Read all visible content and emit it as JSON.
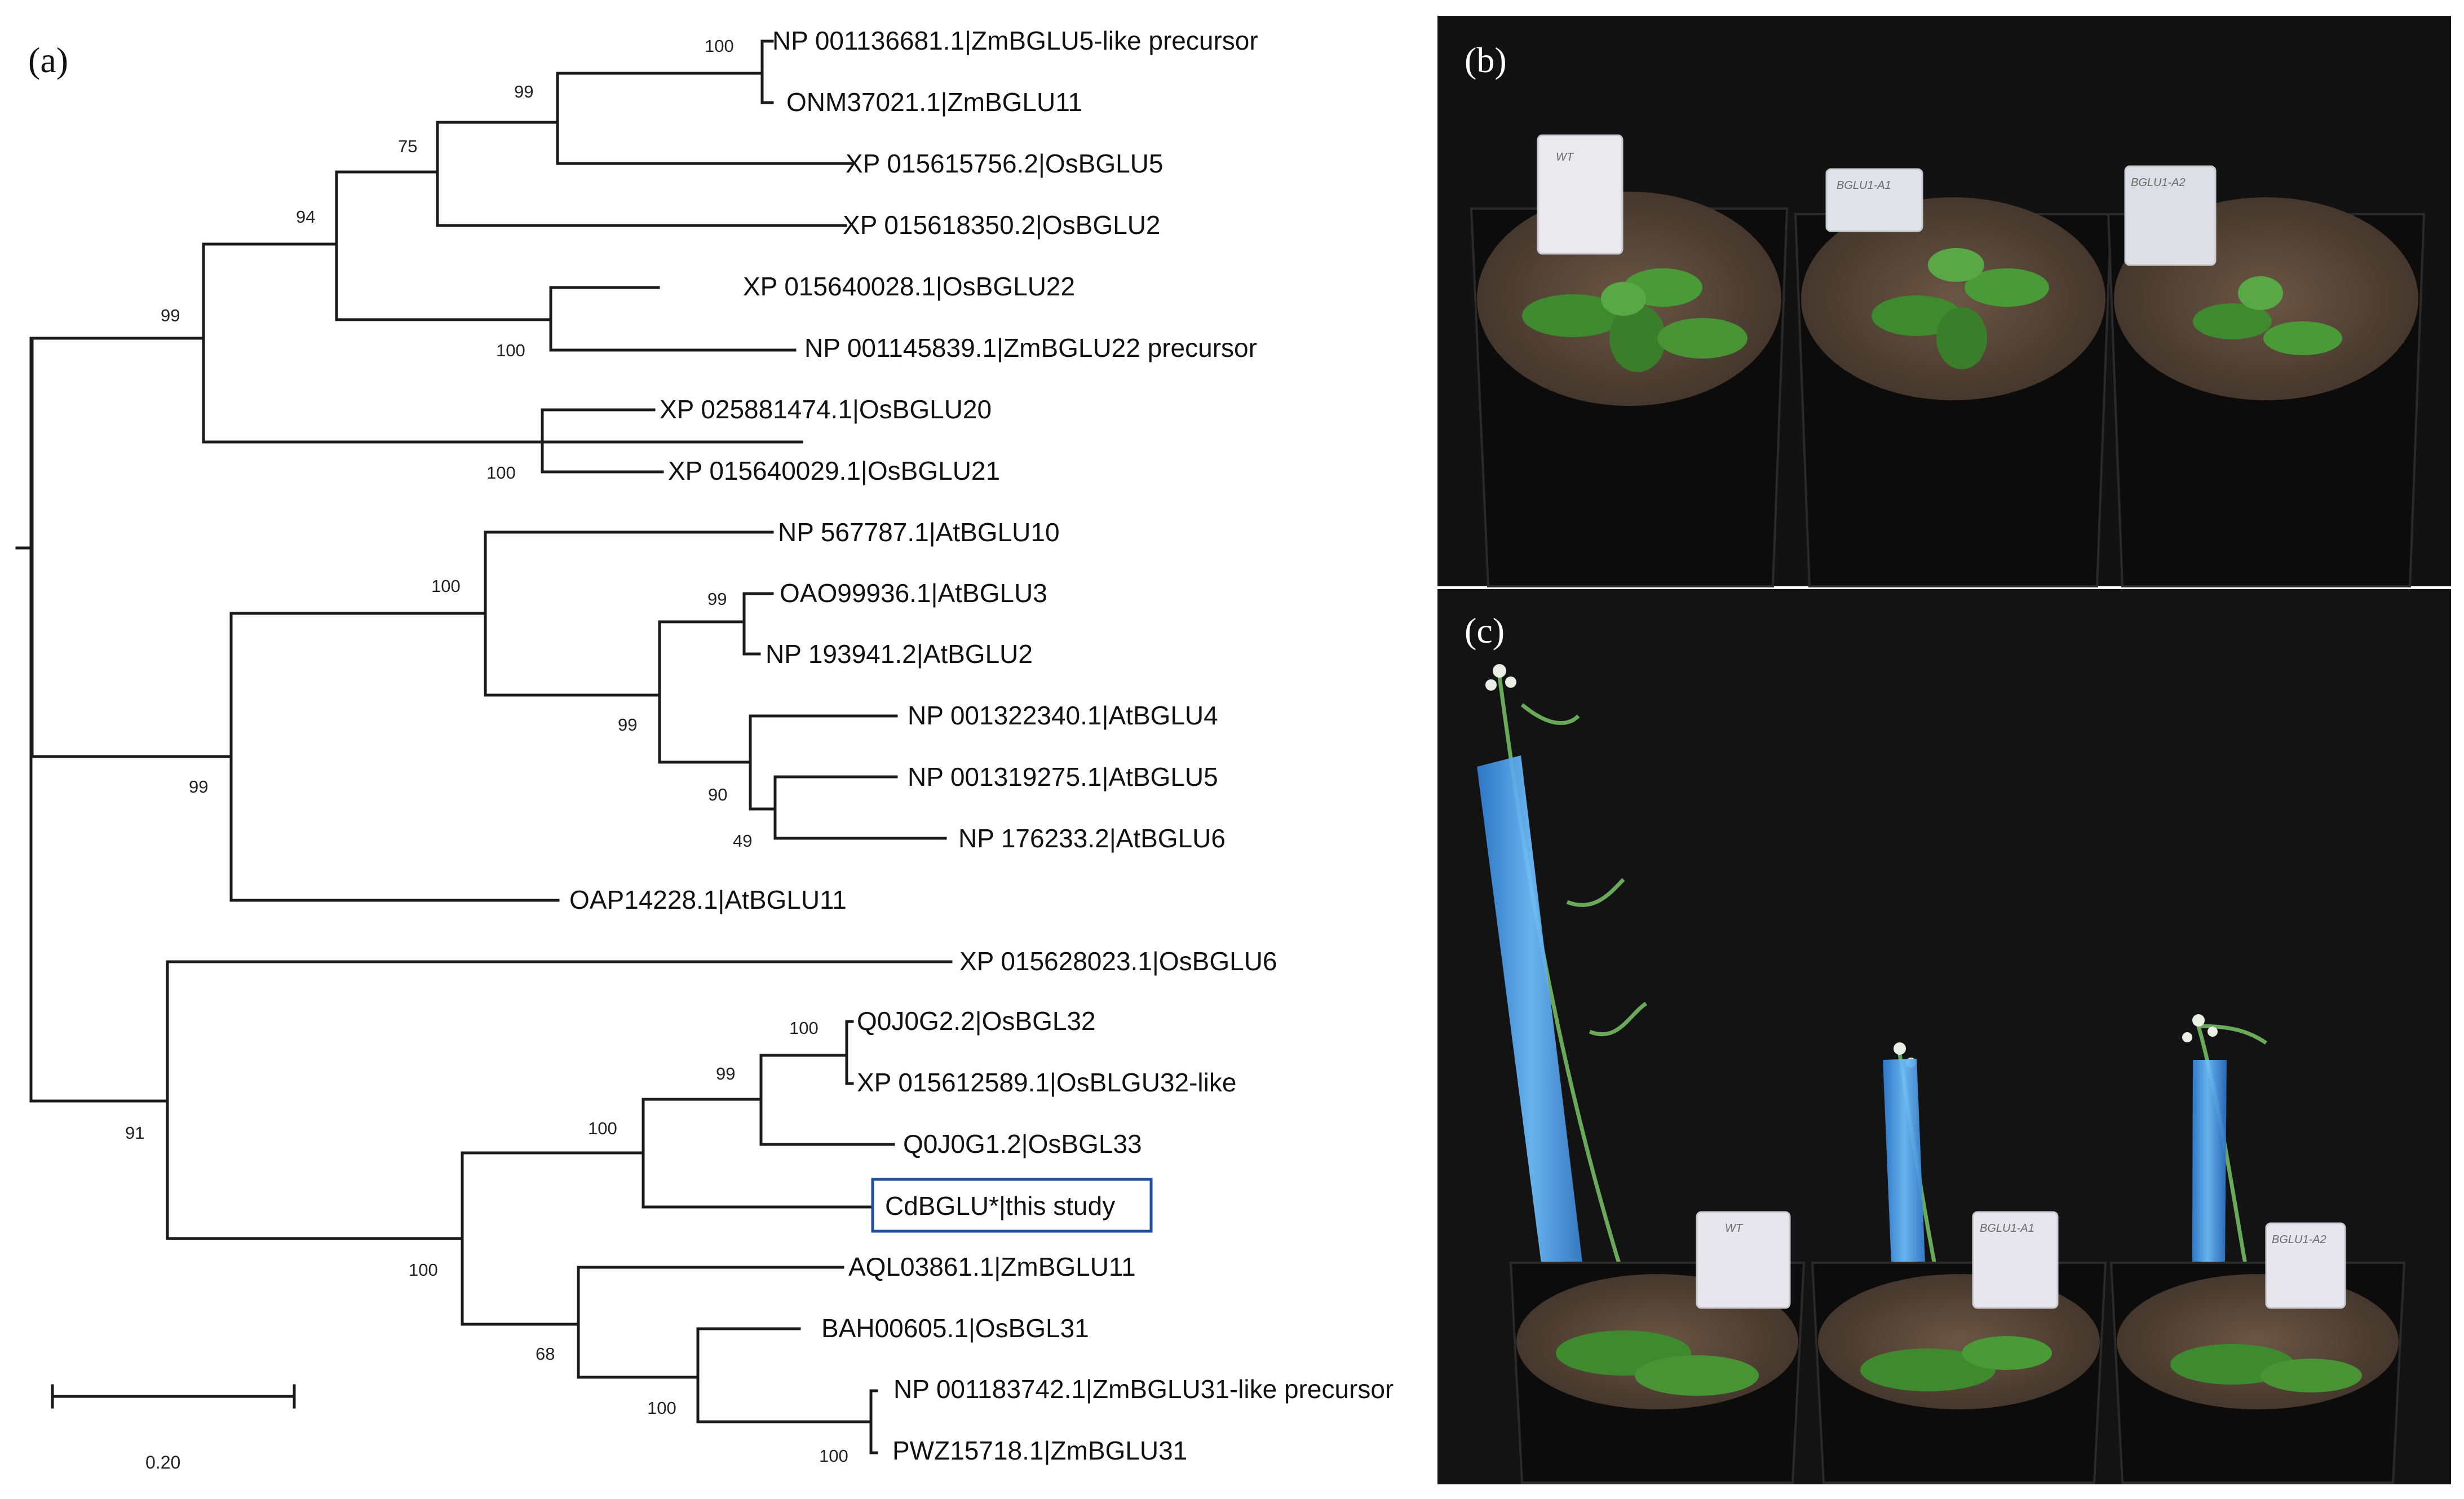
{
  "panel_labels": {
    "a": "(a)",
    "b": "(b)",
    "c": "(c)"
  },
  "tree": {
    "leaves": [
      "NP 001136681.1|ZmBGLU5-like precursor",
      "ONM37021.1|ZmBGLU11",
      "XP 015615756.2|OsBGLU5",
      "XP 015618350.2|OsBGLU2",
      "XP 015640028.1|OsBGLU22",
      "NP 001145839.1|ZmBGLU22 precursor",
      "XP 025881474.1|OsBGLU20",
      "XP 015640029.1|OsBGLU21",
      "NP 567787.1|AtBGLU10",
      "OAO99936.1|AtBGLU3",
      "NP 193941.2|AtBGLU2",
      "NP 001322340.1|AtBGLU4",
      "NP 001319275.1|AtBGLU5",
      "NP 176233.2|AtBGLU6",
      "OAP14228.1|AtBGLU11",
      "XP 015628023.1|OsBGLU6",
      "Q0J0G2.2|OsBGL32",
      "XP 015612589.1|OsBLGU32-like",
      "Q0J0G1.2|OsBGL33",
      "CdBGLU*|this study",
      "AQL03861.1|ZmBGLU11",
      "BAH00605.1|OsBGL31",
      "NP 001183742.1|ZmBGLU31-like precursor",
      "PWZ15718.1|ZmBGLU31"
    ],
    "bootstrap": {
      "zm5_zm11": "100",
      "clade_zm_os5": "99",
      "clade_os2": "75",
      "clade_os22": "94",
      "os22_zm22": "100",
      "clade_os20": "99",
      "os20_os21": "100",
      "atbglu10": "100",
      "at3_at2": "99",
      "at_group": "99",
      "at4_group": "90",
      "at5_at6": "49",
      "at_clade": "99",
      "os32_pair": "100",
      "os32_os33": "99",
      "cd_group": "100",
      "lower_clade": "91",
      "lower_big": "100",
      "zm11_group": "68",
      "zm31_pair": "100",
      "os31_group": "100"
    },
    "highlight_color": "#1f4fa0"
  },
  "scale_bar": {
    "label": "0.20"
  },
  "photo_b": {
    "pot_tags": [
      "WT",
      "BGLU1-A1",
      "BGLU1-A2"
    ]
  },
  "photo_c": {
    "pot_tags": [
      "WT",
      "BGLU1-A1",
      "BGLU1-A2"
    ]
  },
  "colors": {
    "background_photo": "#121212",
    "stake_blue": "#4aa8f0",
    "leaf_green": "#3f8a2e",
    "soil": "#5a4636"
  }
}
